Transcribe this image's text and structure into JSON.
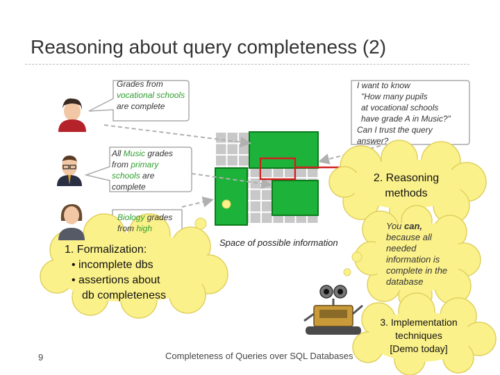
{
  "slide": {
    "title": "Reasoning about query completeness (2)",
    "page_number": "9",
    "footer": "Completeness of Queries over SQL Databases"
  },
  "statements": {
    "first": {
      "p1": "Grades from ",
      "p2": "vocational",
      "p3": " ",
      "p4": "schools",
      "p5": " are complete"
    },
    "second": {
      "p1": "All ",
      "p2": "Music",
      "p3": " grades from ",
      "p4": "primary",
      "p5": " ",
      "p6": "schools",
      "p7": " are complete"
    },
    "third": {
      "p1": "Biology",
      "p2": " grades from ",
      "p3": "high"
    }
  },
  "question": {
    "line1": "I want to know",
    "line2": "\"How many pupils",
    "line3": "at vocational schools",
    "line4": "have grade A in Music?\"",
    "line5": "Can I trust the query",
    "line6": "answer?"
  },
  "answer": {
    "p1": "You ",
    "p2": "can,",
    "p3": " because all needed information is complete in the database"
  },
  "clouds": {
    "formalization": {
      "heading": "1.  Formalization:",
      "item1": "• incomplete dbs",
      "item2": "• assertions about",
      "item3": "db completeness"
    },
    "reasoning": {
      "line1": "2. Reasoning",
      "line2": "methods"
    },
    "implementation": {
      "line1": "3. Implementation",
      "line2": "techniques",
      "line3": "[Demo today]"
    }
  },
  "diagram": {
    "caption": "Space of possible information"
  },
  "colors": {
    "grid_cell": "#c8c8c8",
    "green_area": "#1db33a",
    "green_border": "#0a7a1a",
    "query_box": "#d02020",
    "cloud_fill": "#fbf18a",
    "cloud_stroke": "#e0d060",
    "bubble_border": "#aaaaaa"
  },
  "icons": [
    "person-red-icon",
    "person-glasses-icon",
    "person-woman-icon",
    "robot-icon"
  ]
}
